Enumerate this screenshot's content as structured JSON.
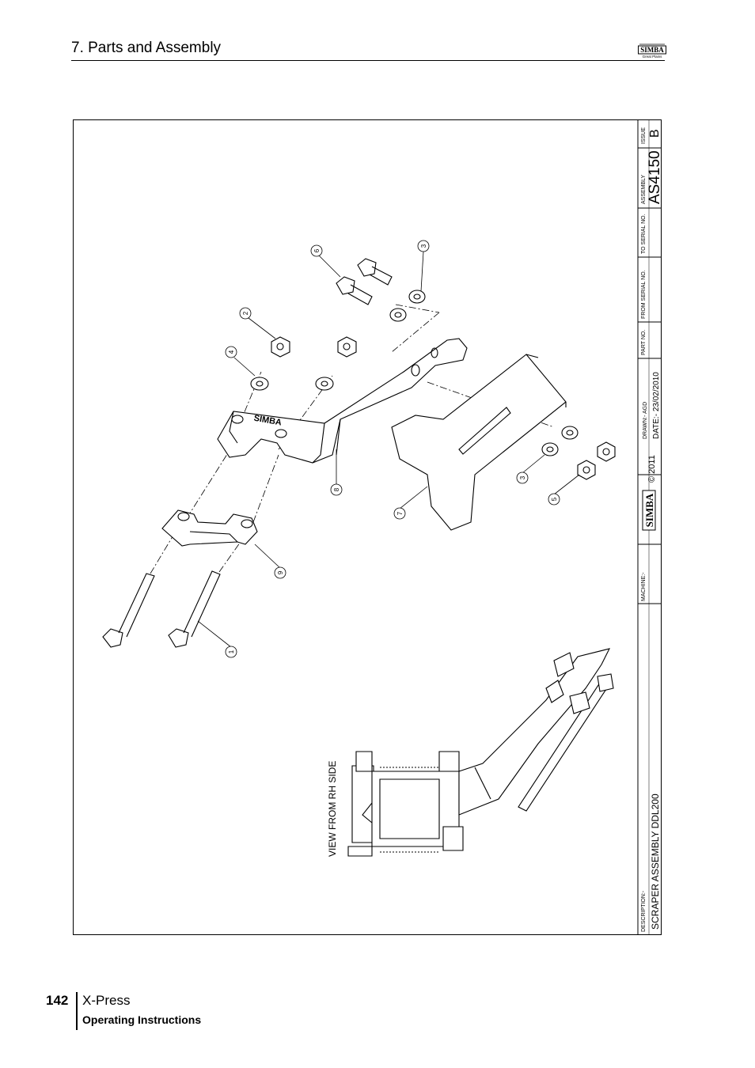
{
  "header": {
    "section_title": "7. Parts and Assembly"
  },
  "logo": {
    "text": "SIMBA",
    "subtext": "Great Plains"
  },
  "footer": {
    "page_number": "142",
    "product": "X-Press",
    "subtitle": "Operating Instructions"
  },
  "drawing": {
    "view_label": "VIEW FROM RH SIDE",
    "balloons": [
      "1",
      "2",
      "3",
      "3",
      "4",
      "5",
      "6",
      "7",
      "8",
      "9"
    ],
    "bracket_logo": "SIMBA"
  },
  "title_block": {
    "description_label": "DESCRIPTION:-",
    "description": "SCRAPER ASSEMBLY DDL200",
    "machine_label": "MACHINE:-",
    "copyright": "© 2011",
    "drawn_label": "DRAWN:- AGD",
    "date_label": "DATE:- 23/02/2010",
    "part_no_label": "PART NO.",
    "from_serial_label": "FROM SERIAL NO.",
    "to_serial_label": "TO SERIAL NO.",
    "assembly_label": "ASSEMBLY",
    "assembly": "AS4150",
    "issue_label": "ISSUE",
    "issue": "B"
  },
  "colors": {
    "ink": "#000000",
    "paper": "#ffffff"
  }
}
